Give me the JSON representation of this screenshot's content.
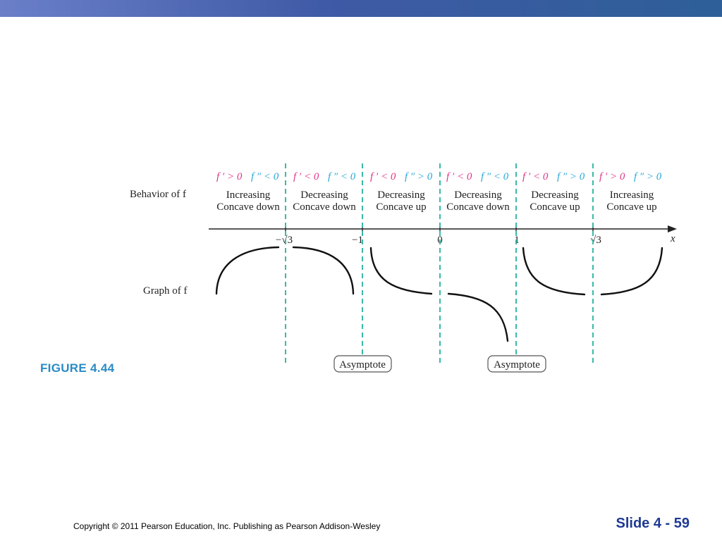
{
  "figure_label": "FIGURE 4.44",
  "copyright": "Copyright © 2011 Pearson Education, Inc.  Publishing as Pearson Addison-Wesley",
  "slide_number": "Slide  4 -  59",
  "row_labels": {
    "behavior": "Behavior of f",
    "graph": "Graph of f"
  },
  "axis": {
    "variable": "x",
    "ticks": [
      "−√3",
      "−1",
      "0",
      "1",
      "√3"
    ]
  },
  "intervals": [
    {
      "f1": "f ′ > 0",
      "f2": "f ″ < 0",
      "line1": "Increasing",
      "line2": "Concave down"
    },
    {
      "f1": "f ′ < 0",
      "f2": "f ″ < 0",
      "line1": "Decreasing",
      "line2": "Concave down"
    },
    {
      "f1": "f ′ < 0",
      "f2": "f ″ > 0",
      "line1": "Decreasing",
      "line2": "Concave up"
    },
    {
      "f1": "f ′ < 0",
      "f2": "f ″ < 0",
      "line1": "Decreasing",
      "line2": "Concave down"
    },
    {
      "f1": "f ′ < 0",
      "f2": "f ″ > 0",
      "line1": "Decreasing",
      "line2": "Concave up"
    },
    {
      "f1": "f ′ > 0",
      "f2": "f ″ > 0",
      "line1": "Increasing",
      "line2": "Concave up"
    }
  ],
  "asymptote_labels": [
    "Asymptote",
    "Asymptote"
  ],
  "colors": {
    "f_prime": "#e0338a",
    "f_double_prime": "#2aa8d8",
    "dashed_lines": "#3ab9a6",
    "figure_label": "#2a8bc4",
    "slide_number": "#1f3a93"
  }
}
